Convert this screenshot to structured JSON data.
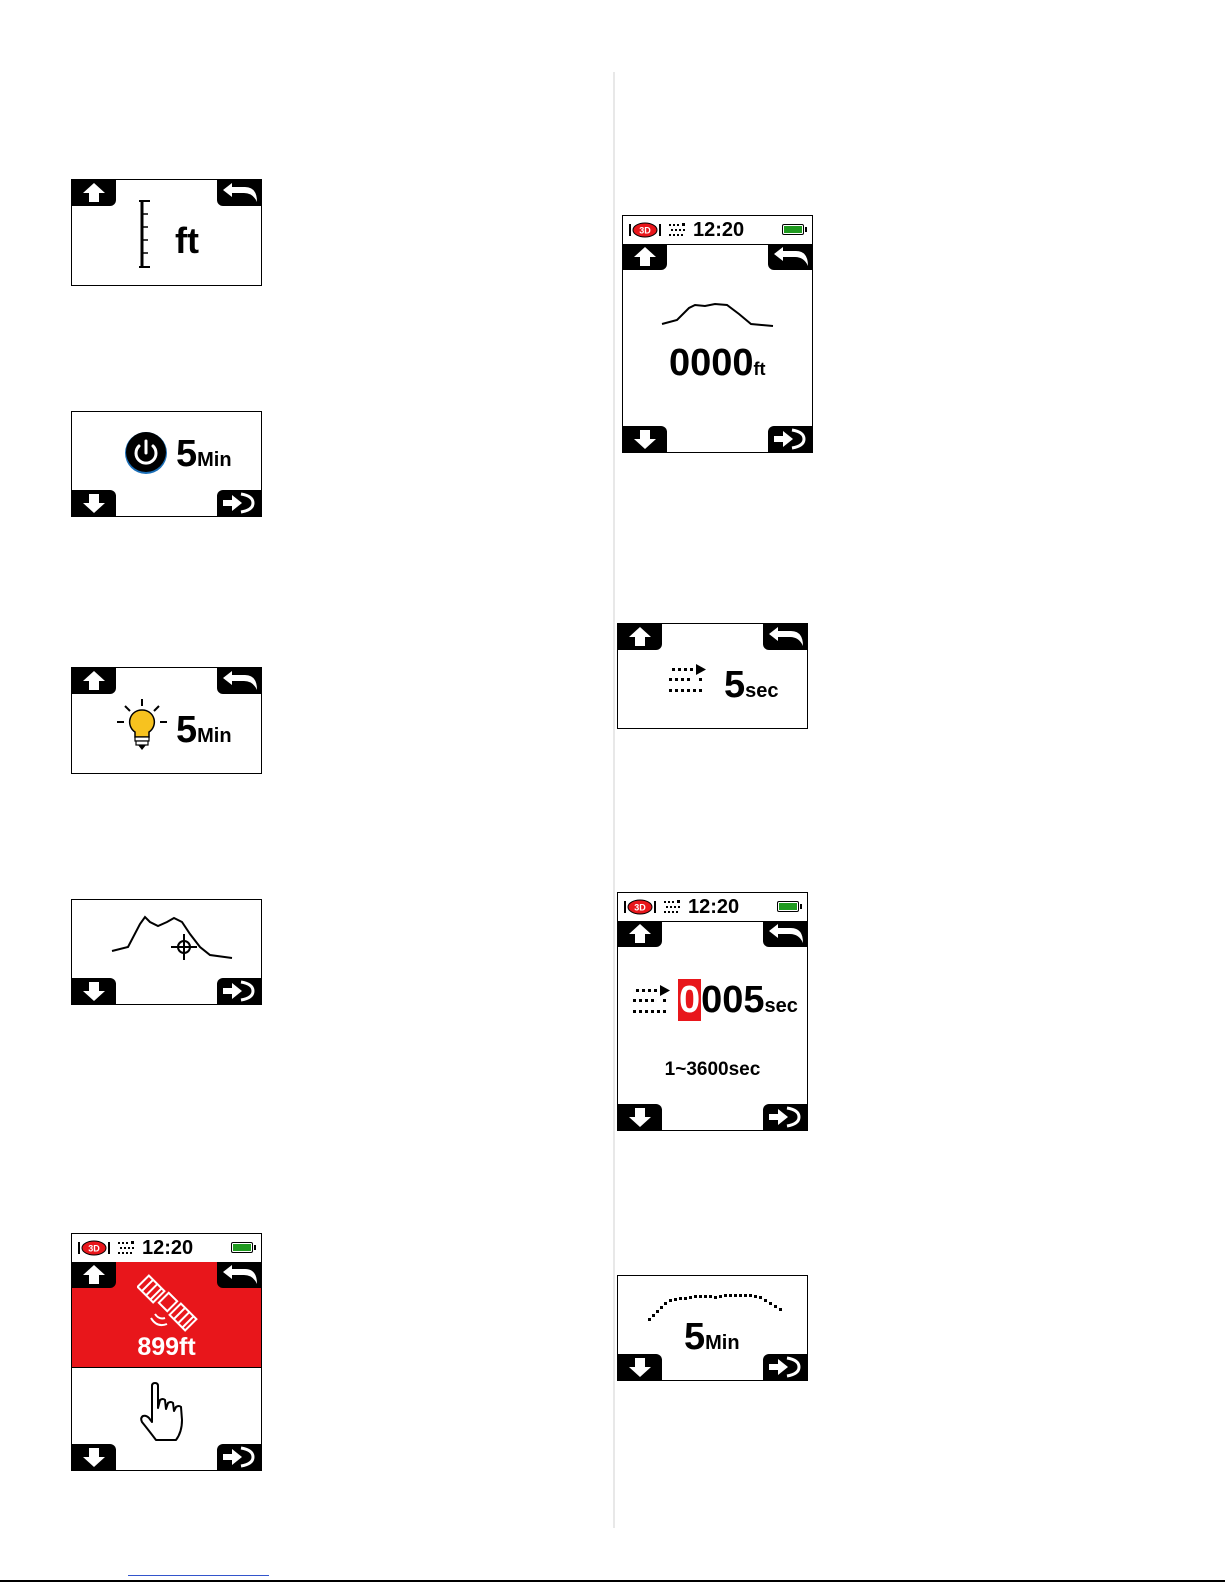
{
  "colors": {
    "accent_red": "#e8161b",
    "battery_green": "#1f9a1f",
    "bulb_yellow": "#f7c21f",
    "power_blue": "#1b6fb8"
  },
  "screens": {
    "unit_setting": {
      "unit_label": "ft"
    },
    "auto_power_off": {
      "value": "5",
      "unit": "Min"
    },
    "backlight": {
      "value": "5",
      "unit": "Min"
    },
    "waypoint": {},
    "satellite": {
      "time": "12:20",
      "distance": "899ft"
    },
    "altitude": {
      "time": "12:20",
      "value": "0000",
      "unit": "ft"
    },
    "track_interval": {
      "value": "5",
      "unit": "sec"
    },
    "interval_edit": {
      "time": "12:20",
      "digit_selected": "0",
      "digits_rest": "005",
      "unit": "sec",
      "range": "1~3600sec"
    },
    "track_time": {
      "value": "5",
      "unit": "Min"
    }
  },
  "icons": [
    "up-arrow-icon",
    "back-arrow-icon",
    "down-arrow-icon",
    "enter-arrow-icon",
    "ruler-icon",
    "power-icon",
    "lightbulb-icon",
    "crosshair-icon",
    "satellite-icon",
    "hand-pointer-icon",
    "gps-3d-icon",
    "track-icon",
    "battery-icon"
  ]
}
